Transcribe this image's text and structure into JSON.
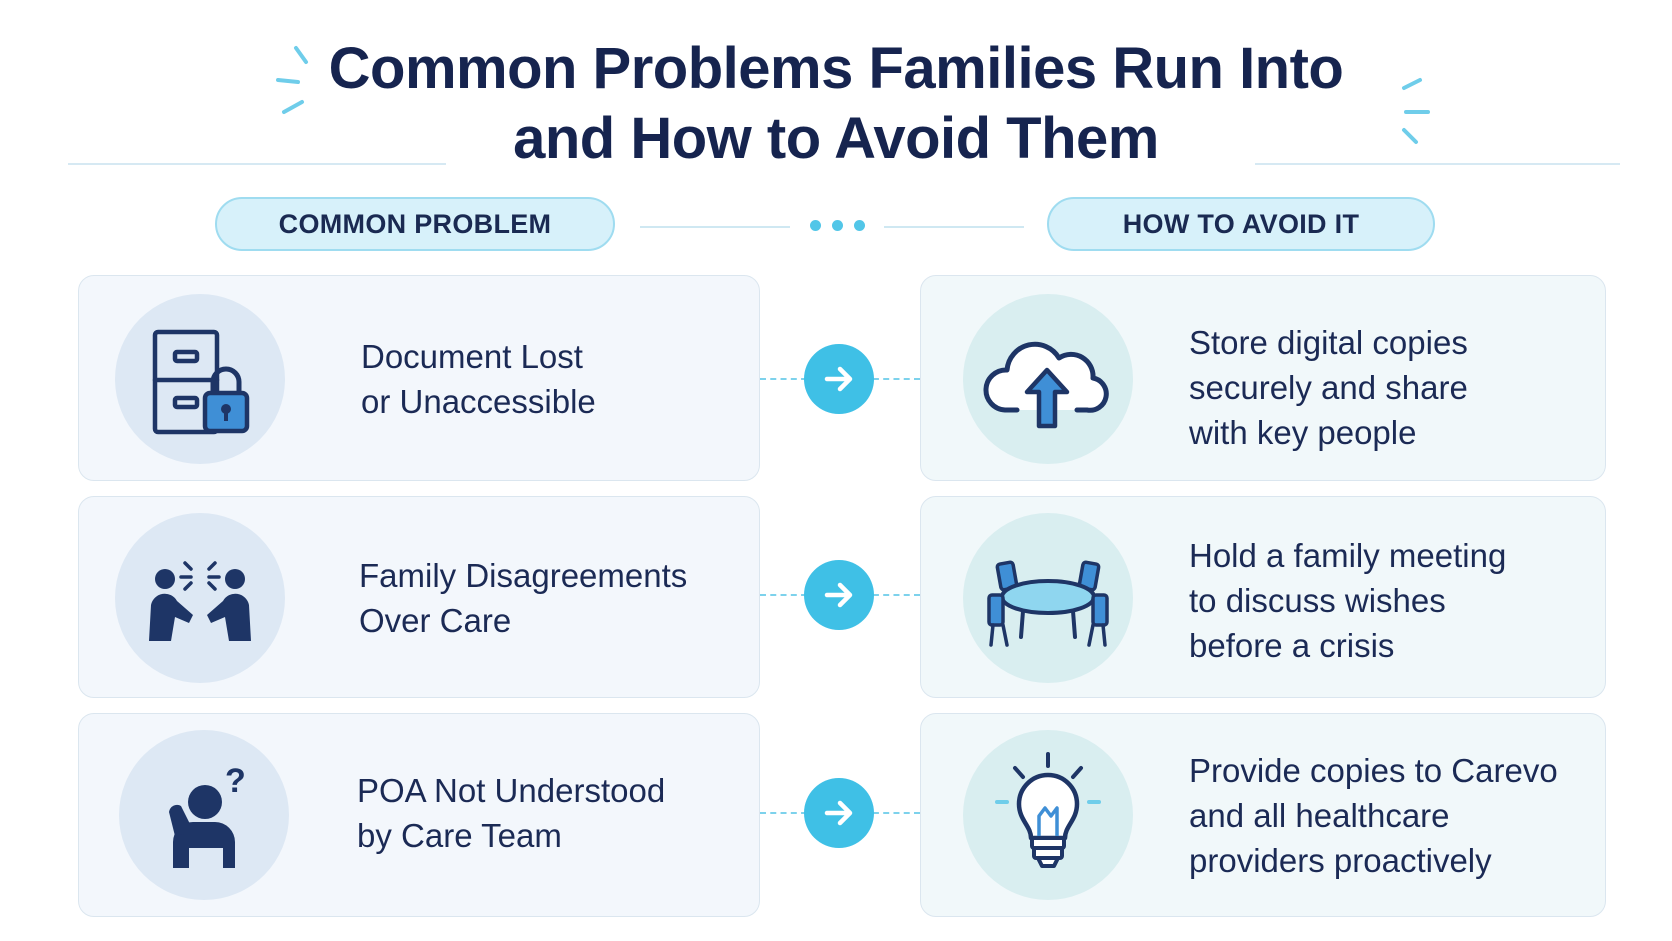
{
  "title": {
    "line1": "Common Problems Families Run Into",
    "line2": "and How to Avoid Them"
  },
  "columns": {
    "problem_label": "COMMON PROBLEM",
    "solution_label": "HOW TO AVOID IT"
  },
  "rows": [
    {
      "problem": {
        "text": "Document Lost\nor Unaccessible",
        "icon": "file-cabinet-lock-icon"
      },
      "solution": {
        "text": "Store digital copies\nsecurely and share\nwith key people",
        "icon": "cloud-upload-icon"
      }
    },
    {
      "problem": {
        "text": "Family Disagreements\nOver Care",
        "icon": "arguing-people-icon"
      },
      "solution": {
        "text": "Hold a family meeting\nto discuss wishes\nbefore a crisis",
        "icon": "meeting-table-icon"
      }
    },
    {
      "problem": {
        "text": "POA Not Understood\nby Care Team",
        "icon": "confused-person-icon"
      },
      "solution": {
        "text": "Provide copies to Carevo\nand all healthcare\nproviders proactively",
        "icon": "lightbulb-icon"
      }
    }
  ],
  "colors": {
    "title": "#16244f",
    "accent": "#3fc0e6",
    "icon_dark": "#1e3566",
    "icon_blue": "#3f8fd6"
  }
}
